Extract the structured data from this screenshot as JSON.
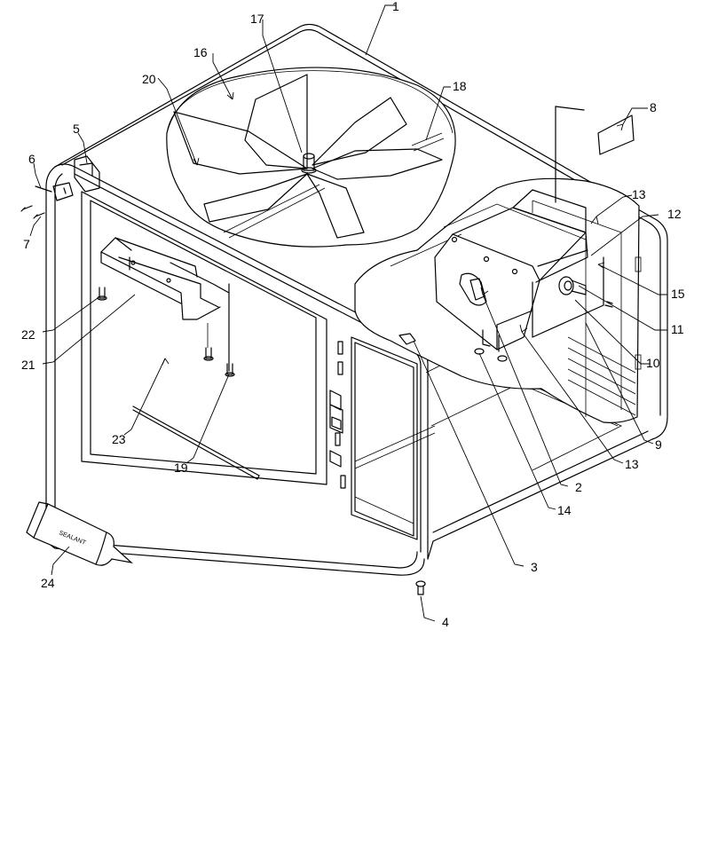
{
  "callouts": [
    {
      "id": "p1",
      "label": "1"
    },
    {
      "id": "p2",
      "label": "2"
    },
    {
      "id": "p3",
      "label": "3"
    },
    {
      "id": "p4",
      "label": "4"
    },
    {
      "id": "p5",
      "label": "5"
    },
    {
      "id": "p6",
      "label": "6"
    },
    {
      "id": "p7",
      "label": "7"
    },
    {
      "id": "p8",
      "label": "8"
    },
    {
      "id": "p9",
      "label": "9"
    },
    {
      "id": "p10",
      "label": "10"
    },
    {
      "id": "p11",
      "label": "11"
    },
    {
      "id": "p12",
      "label": "12"
    },
    {
      "id": "p13a",
      "label": "13"
    },
    {
      "id": "p13b",
      "label": "13"
    },
    {
      "id": "p14",
      "label": "14"
    },
    {
      "id": "p15",
      "label": "15"
    },
    {
      "id": "p16",
      "label": "16"
    },
    {
      "id": "p17",
      "label": "17"
    },
    {
      "id": "p18",
      "label": "18"
    },
    {
      "id": "p19",
      "label": "19"
    },
    {
      "id": "p20",
      "label": "20"
    },
    {
      "id": "p21",
      "label": "21"
    },
    {
      "id": "p22",
      "label": "22"
    },
    {
      "id": "p23",
      "label": "23"
    },
    {
      "id": "p24",
      "label": "24"
    }
  ],
  "tube_label": "SEALANT"
}
